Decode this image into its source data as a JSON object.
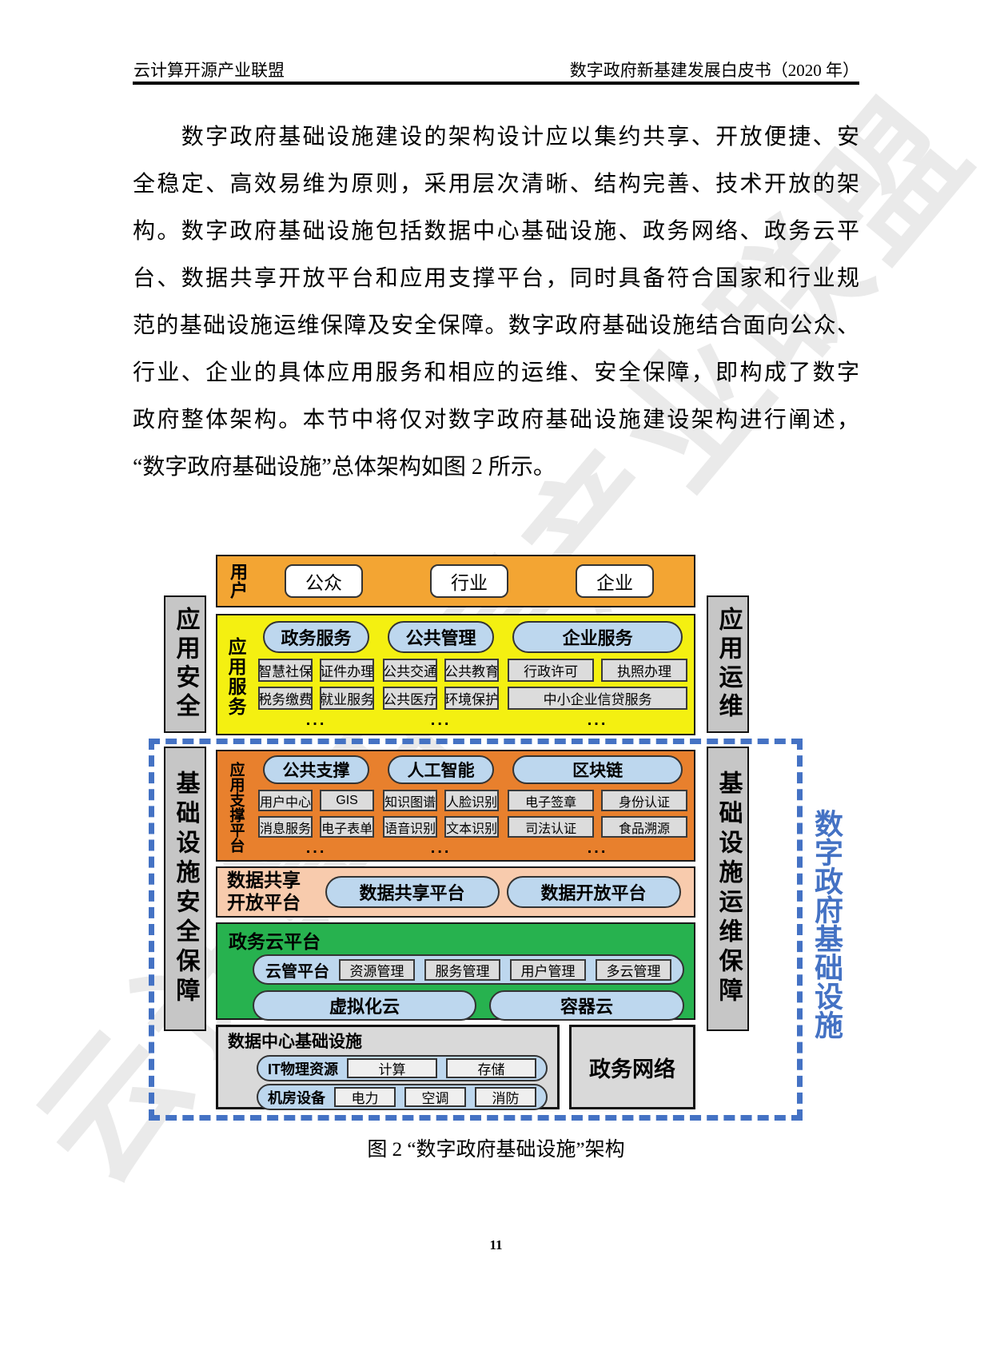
{
  "header": {
    "left": "云计算开源产业联盟",
    "right": "数字政府新基建发展白皮书（2020 年）"
  },
  "watermark": "云计算开源产业联盟",
  "paragraph_lines": [
    "　　数字政府基础设施建设的架构设计应以集约共享、开放便捷、安",
    "全稳定、高效易维为原则，采用层次清晰、结构完善、技术开放的架",
    "构。数字政府基础设施包括数据中心基础设施、政务网络、政务云平",
    "台、数据共享开放平台和应用支撑平台，同时具备符合国家和行业规",
    "范的基础设施运维保障及安全保障。数字政府基础设施结合面向公众、",
    "行业、企业的具体应用服务和相应的运维、安全保障，即构成了数字",
    "政府整体架构。本节中将仅对数字政府基础设施建设架构进行阐述，",
    "“数字政府基础设施”总体架构如图 2 所示。"
  ],
  "diagram": {
    "user_band": {
      "label": "用户",
      "items": [
        "公众",
        "行业",
        "企业"
      ]
    },
    "app_service": {
      "label": "应用服务",
      "columns": [
        {
          "header": "政务服务",
          "r1c1": "智慧社保",
          "r1c2": "证件办理",
          "r2c1": "税务缴费",
          "r2c2": "就业服务",
          "more": "..."
        },
        {
          "header": "公共管理",
          "r1c1": "公共交通",
          "r1c2": "公共教育",
          "r2c1": "公共医疗",
          "r2c2": "环境保护",
          "more": "..."
        },
        {
          "header": "企业服务",
          "r1c1": "行政许可",
          "r1c2": "执照办理",
          "r2wide": "中小企业信贷服务",
          "more": "..."
        }
      ]
    },
    "app_support": {
      "label": "应用支撑平台",
      "columns": [
        {
          "header": "公共支撑",
          "r1c1": "用户中心",
          "r1c2": "GIS",
          "r2c1": "消息服务",
          "r2c2": "电子表单",
          "more": "..."
        },
        {
          "header": "人工智能",
          "r1c1": "知识图谱",
          "r1c2": "人脸识别",
          "r2c1": "语音识别",
          "r2c2": "文本识别",
          "more": "..."
        },
        {
          "header": "区块链",
          "r1c1": "电子签章",
          "r1c2": "身份认证",
          "r2c1": "司法认证",
          "r2c2": "食品溯源",
          "more": "..."
        }
      ]
    },
    "data_share": {
      "label1": "数据共享",
      "label2": "开放平台",
      "item1": "数据共享平台",
      "item2": "数据开放平台"
    },
    "gov_cloud": {
      "label": "政务云平台",
      "pill_label": "云管平台",
      "m1": "资源管理",
      "m2": "服务管理",
      "m3": "用户管理",
      "m4": "多云管理",
      "cloud1": "虚拟化云",
      "cloud2": "容器云"
    },
    "data_center": {
      "label": "数据中心基础设施",
      "p1_label": "IT物理资源",
      "p1a": "计算",
      "p1b": "存储",
      "p2_label": "机房设备",
      "p2a": "电力",
      "p2b": "空调",
      "p2c": "消防"
    },
    "gov_network": "政务网络",
    "bars": {
      "left_top": "应用安全",
      "left_bottom": "基础设施安全保障",
      "right_top": "应用运维",
      "right_bottom": "基础设施运维保障"
    },
    "outer_label": "数字政府基础设施"
  },
  "caption": "图 2 “数字政府基础设施”架构",
  "page_number": "11",
  "colors": {
    "user_band": "#F3A533",
    "service_band": "#F4F011",
    "support_band": "#E8802D",
    "share_band": "#F8CBAD",
    "cloud_band": "#27B24F",
    "pill_blue": "#BDD7EE",
    "box_grey": "#DCDCDC",
    "sidebar_grey": "#C6C6C6",
    "dashed_blue": "#4472C4",
    "outer_label_blue": "#4472C4"
  }
}
